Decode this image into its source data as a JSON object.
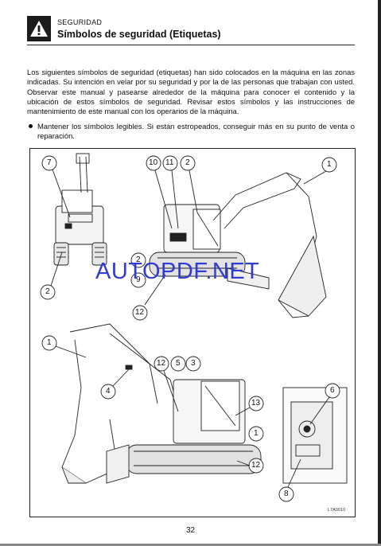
{
  "header": {
    "section": "SEGURIDAD",
    "title": "Símbolos de seguridad (Etiquetas)"
  },
  "body": {
    "intro": "Los siguientes símbolos de seguridad (etiquetas) han sido colocados en la máquina en las zonas indicadas. Su intención en velar por su seguridad y por la de las personas que trabajan con usted. Observar este manual y pasearse alrededor de la máquina para conocer el contenido y la ubicación de estos símbolos de seguridad. Revisar estos símbolos y las instrucciones de mantenimiento de este manual con los operarios de la máquina.",
    "bullet": "Mantener los símbolos legibles. Si están estropeados, conseguir más en su punto de venta o reparación."
  },
  "figure": {
    "callouts": [
      "1",
      "2",
      "3",
      "4",
      "5",
      "6",
      "7",
      "8",
      "9",
      "10",
      "11",
      "12",
      "13"
    ],
    "code": "L7A0010"
  },
  "watermark": "AUTOPDF.NET",
  "page_number": "32",
  "colors": {
    "watermark": "#2f3dd6",
    "ink": "#111111"
  },
  "icons": {
    "warning": "warning-triangle-icon"
  }
}
